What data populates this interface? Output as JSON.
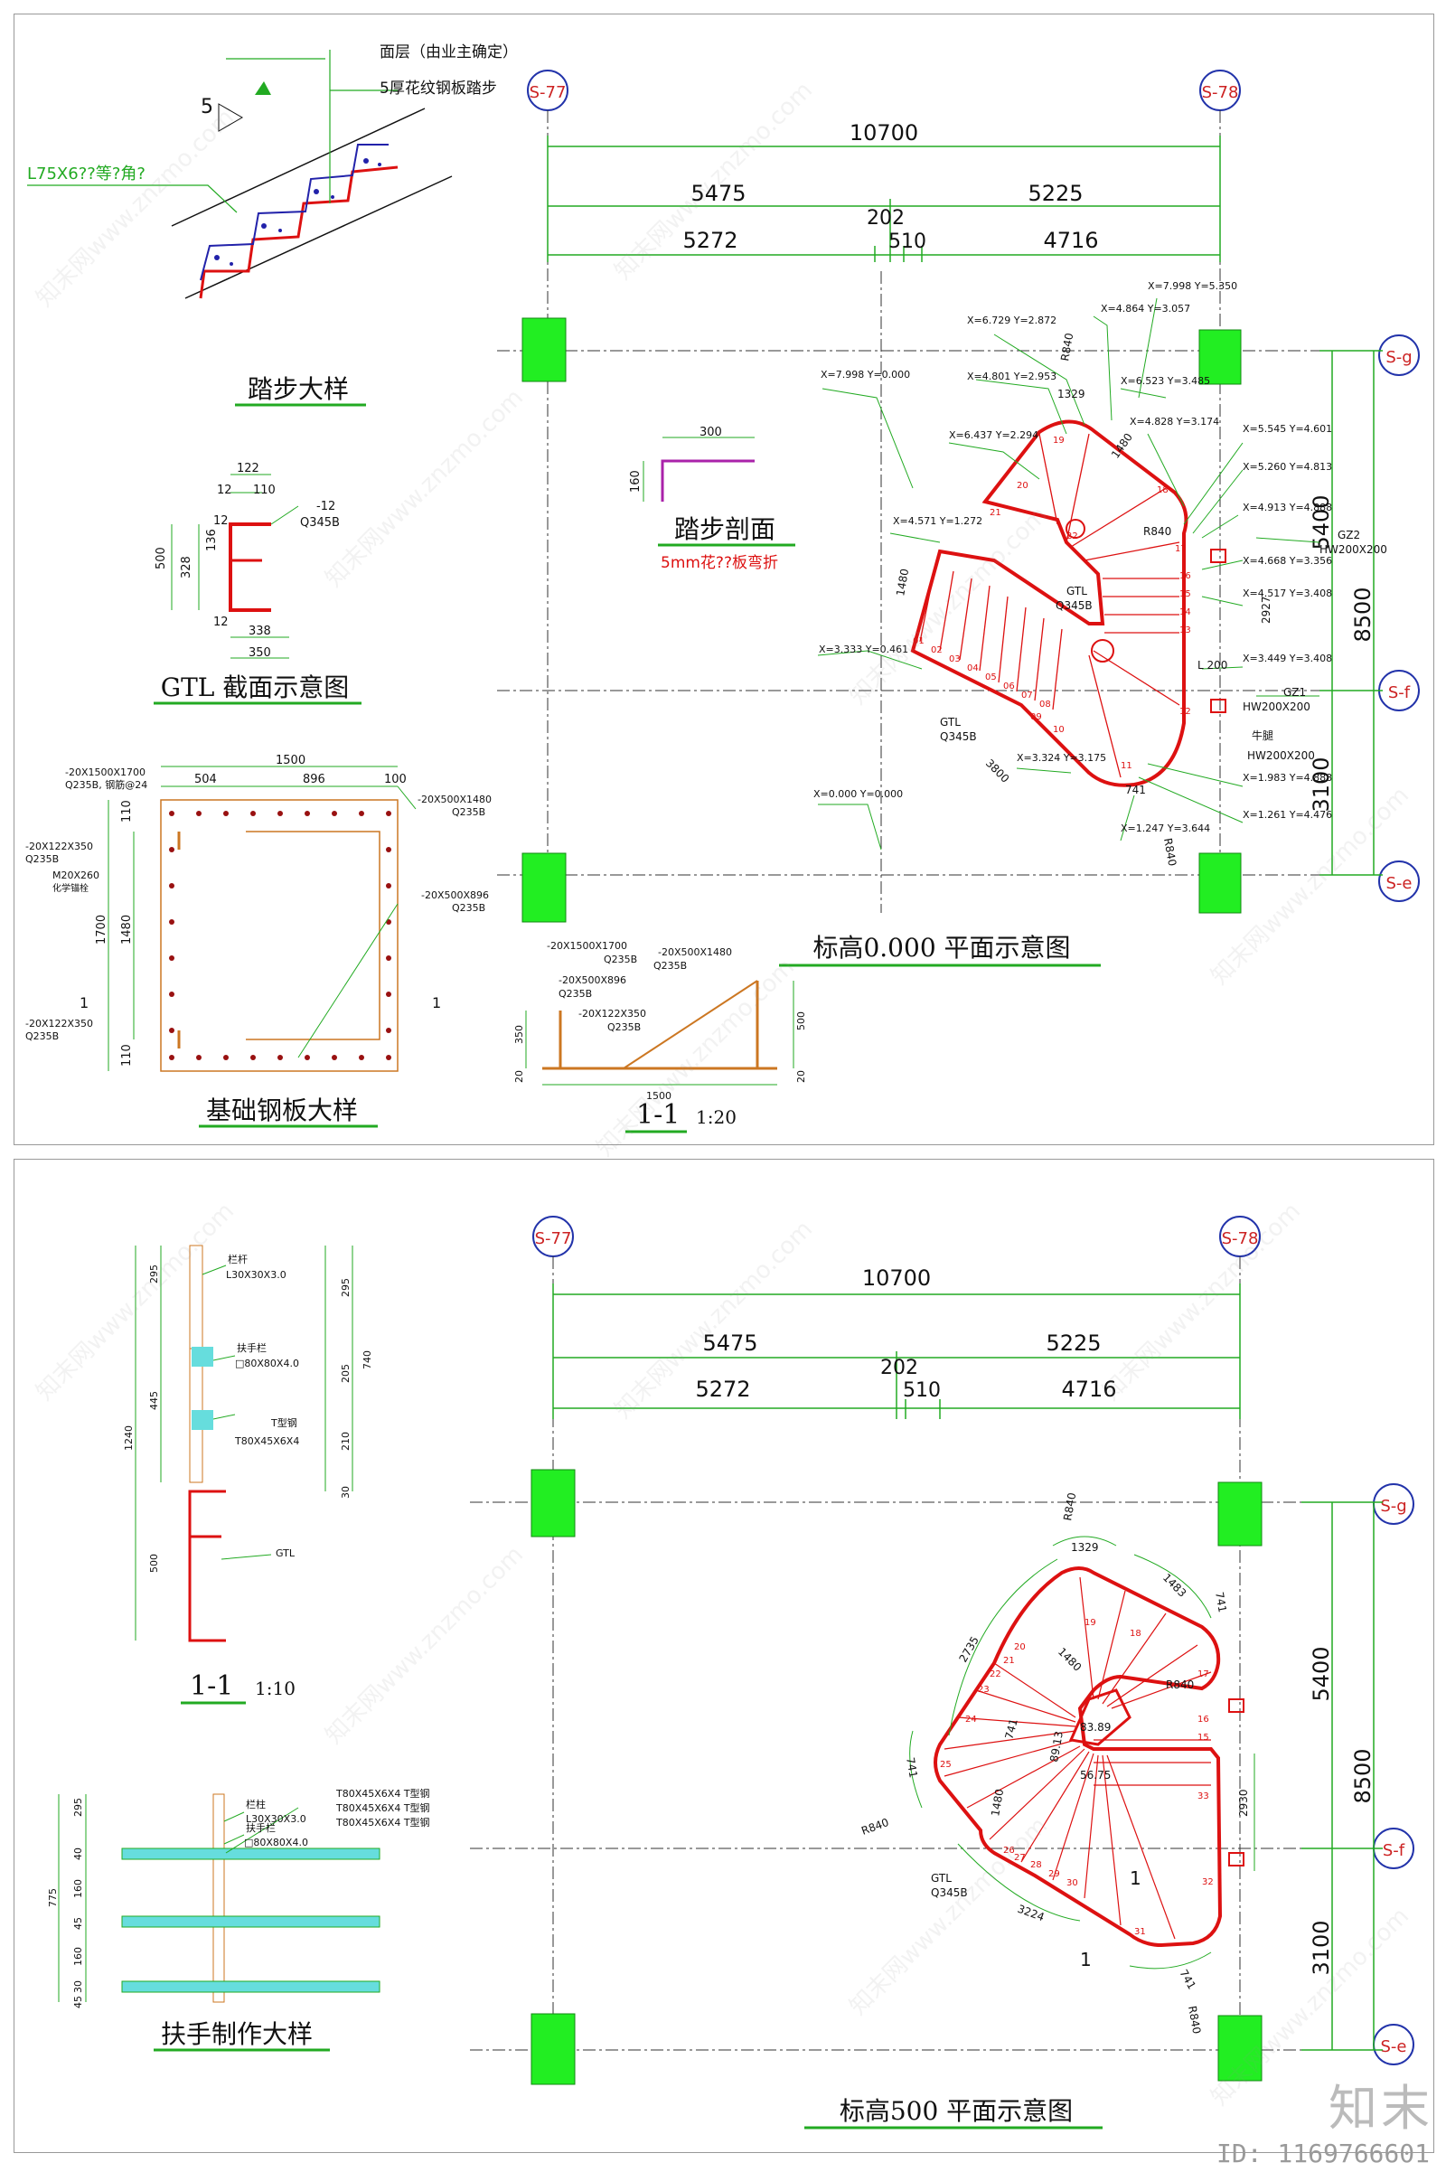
{
  "colors": {
    "grid": "#228822",
    "dim": "#22aa22",
    "stair": "#dd1111",
    "detail": "#2222aa",
    "leader": "#22aa22",
    "column": "#22ee22",
    "axisbubble": "#cc2222",
    "magenta": "#aa22aa",
    "text": "#111111"
  },
  "top": {
    "title": "标高0.000 平面示意图",
    "axes": {
      "left": "S-77",
      "right": "S-78",
      "g": "S-g",
      "f": "S-f",
      "e": "S-e"
    },
    "dims": {
      "total": "10700",
      "a1": "5475",
      "a2": "5225",
      "b1": "5272",
      "b2": "202",
      "b3": "510",
      "b4": "4716",
      "v1": "5400",
      "v2": "8500",
      "v3": "3100",
      "v4": "2927",
      "r1": "1480",
      "r2": "3800",
      "r3": "R840",
      "r4": "1329",
      "r5": "741"
    },
    "coords": [
      "X=7.998 Y=0.000",
      "X=6.729 Y=2.872",
      "X=4.864 Y=3.057",
      "X=7.998 Y=5.350",
      "X=4.801 Y=2.953",
      "X=6.523 Y=3.485",
      "X=6.437 Y=2.294",
      "X=4.828 Y=3.174",
      "X=5.545 Y=4.601",
      "X=5.260 Y=4.813",
      "X=4.913 Y=4.888",
      "X=4.571 Y=1.272",
      "X=4.668 Y=3.356",
      "X=4.517 Y=3.408",
      "X=3.333 Y=0.461",
      "X=3.449 Y=3.408",
      "X=3.324 Y=3.175",
      "X=1.983 Y=4.888",
      "X=1.261 Y=4.476",
      "X=0.000 Y=0.000",
      "X=1.247 Y=3.644"
    ],
    "labels": {
      "gtl": "GTL",
      "q345": "Q345B",
      "gz2": "GZ2",
      "hw1": "HW200X200",
      "gz1": "GZ1",
      "hw2": "HW200X200",
      "l200": "L 200",
      "pillar": "牛腿",
      "hw3": "HW200X200"
    },
    "steps": [
      "01",
      "02",
      "03",
      "04",
      "05",
      "06",
      "07",
      "08",
      "09",
      "10",
      "11",
      "12",
      "13",
      "14",
      "15",
      "16",
      "17",
      "18",
      "19",
      "20",
      "21",
      "22"
    ]
  },
  "bottom": {
    "title": "标高500 平面示意图",
    "dims": {
      "total": "10700",
      "a1": "5475",
      "a2": "5225",
      "b1": "5272",
      "b2": "202",
      "b3": "510",
      "b4": "4716",
      "v1": "5400",
      "v2": "8500",
      "v3": "3100",
      "d1": "2735",
      "d2": "1483",
      "d3": "1480",
      "d4": "3224",
      "d5": "2930",
      "r1": "R840",
      "r2": "R840",
      "r3": "R840",
      "r4": "R840",
      "r5": "1329",
      "r6": "741",
      "r7": "741",
      "ang1": "83.89",
      "ang2": "56.75",
      "ang3": "89.13",
      "one": "1"
    },
    "steps": [
      "18",
      "19",
      "20",
      "21",
      "22",
      "23",
      "24",
      "25",
      "26",
      "27",
      "28",
      "29",
      "30",
      "31",
      "32",
      "33",
      "15",
      "16",
      "17"
    ]
  },
  "details": {
    "stair_step": {
      "title": "踏步大样",
      "label1": "面层（由业主确定）",
      "label2": "5厚花纹钢板踏步",
      "label3": "L75X6??等?角?",
      "num": "5"
    },
    "gtl": {
      "title": "GTL 截面示意图",
      "d1": "122",
      "d2": "110",
      "d3": "12",
      "d4": "136",
      "d5": "328",
      "d6": "500",
      "d7": "12",
      "d8": "338",
      "d9": "350",
      "t": "-12",
      "m": "Q345B"
    },
    "plate": {
      "title": "基础钢板大样",
      "w": "1500",
      "w1": "504",
      "w2": "896",
      "w3": "100",
      "h": "1700",
      "h1": "1480",
      "h2": "110",
      "h3": "110",
      "lbl1": "-20X1500X1700",
      "lbl1b": "Q235B, 钢筋@24",
      "lbl2": "-20X500X1480",
      "lbl2b": "Q235B",
      "lbl3": "-20X122X350",
      "lbl3b": "Q235B",
      "lbl4": "M20X260",
      "lbl4b": "化学锚栓",
      "lbl5": "-20X500X896",
      "lbl5b": "Q235B",
      "lbl6": "-20X122X350",
      "lbl6b": "Q235B",
      "one": "1"
    },
    "section_11": {
      "title": "1-1",
      "scale": "1:20",
      "l1": "-20X1500X1700",
      "l1b": "Q235B",
      "l2": "-20X500X1480",
      "l2b": "Q235B",
      "l3": "-20X500X896",
      "l3b": "Q235B",
      "l4": "-20X122X350",
      "l4b": "Q235B",
      "w": "1500",
      "h": "500",
      "h2": "350",
      "t1": "20",
      "t2": "20"
    },
    "tread": {
      "title": "踏步剖面",
      "note": "5mm花??板弯折",
      "w": "300",
      "h": "160"
    },
    "rail_11": {
      "title": "1-1",
      "scale": "1:10",
      "d1": "295",
      "d2": "445",
      "d3": "1240",
      "d4": "500",
      "d5": "295",
      "d6": "205",
      "d7": "740",
      "d8": "210",
      "d9": "30",
      "l1": "栏杆",
      "l1b": "L30X30X3.0",
      "l2": "扶手栏",
      "l2b": "□80X80X4.0",
      "l3": "T型钢",
      "l3b": "T80X45X6X4",
      "l4": "GTL"
    },
    "rail": {
      "title": "扶手制作大样",
      "d1": "295",
      "d2": "40",
      "d3": "160",
      "d4": "45",
      "d5": "160",
      "d6": "30",
      "d7": "45",
      "d8": "775",
      "l1": "栏柱",
      "l1b": "L30X30X3.0",
      "l2": "扶手栏",
      "l2b": "□80X80X4.0",
      "t1": "T80X45X6X4 T型钢",
      "t2": "T80X45X6X4 T型钢",
      "t3": "T80X45X6X4 T型钢"
    }
  },
  "watermark": "知末网www.znzmo.com",
  "brand": "知末",
  "image_id": "ID: 1169766601"
}
